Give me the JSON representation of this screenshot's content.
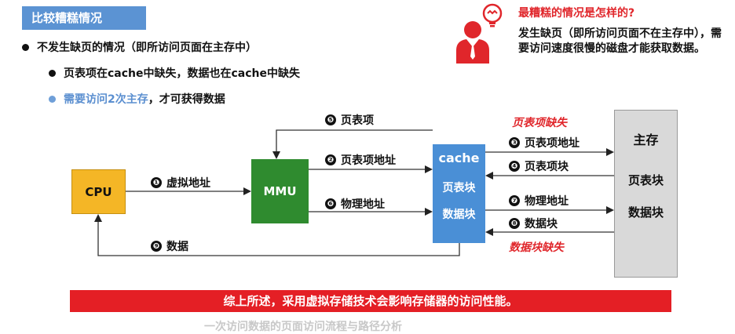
{
  "header": {
    "title": "比较糟糕情况"
  },
  "bullets": {
    "b1": "不发生缺页的情况（即所访问页面在主存中）",
    "b2": "页表项在cache中缺失，数据也在cache中缺失",
    "b3_blue": "需要访问2次主存",
    "b3_rest": "，才可获得数据"
  },
  "callout": {
    "title": "最糟糕的情况是怎样的?",
    "body": "发生缺页（即所访问页面不在主存中），需要访问速度很慢的磁盘才能获取数据。"
  },
  "diagram": {
    "cpu": "CPU",
    "mmu": "MMU",
    "cache": {
      "title": "cache",
      "item1": "页表块",
      "item2": "数据块"
    },
    "memory": {
      "title": "主存",
      "item1": "页表块",
      "item2": "数据块"
    },
    "arrows": [
      {
        "n": "❶",
        "text": "虚拟地址"
      },
      {
        "n": "❷",
        "text": "页表项地址"
      },
      {
        "n": "❸",
        "text": "页表项地址"
      },
      {
        "n": "❹",
        "text": "页表项块"
      },
      {
        "n": "❺",
        "text": "页表项"
      },
      {
        "n": "❻",
        "text": "物理地址"
      },
      {
        "n": "❼",
        "text": "物理地址"
      },
      {
        "n": "❽",
        "text": "数据块"
      },
      {
        "n": "❾",
        "text": "数据"
      }
    ],
    "miss_pte": "页表项缺失",
    "miss_data": "数据块缺失"
  },
  "summary": "综上所述，采用虚拟存储技术会影响存储器的访问性能。",
  "faded_text": "一次访问数据的页面访问流程与路径分析",
  "colors": {
    "banner": "#5b93d3",
    "accent_red": "#e0262b",
    "cpu": "#f4b626",
    "mmu": "#2f8b2f",
    "cache": "#4a8fd6",
    "memory": "#d9d9d9"
  },
  "icons": {
    "person": "person-with-lightbulb-icon"
  }
}
